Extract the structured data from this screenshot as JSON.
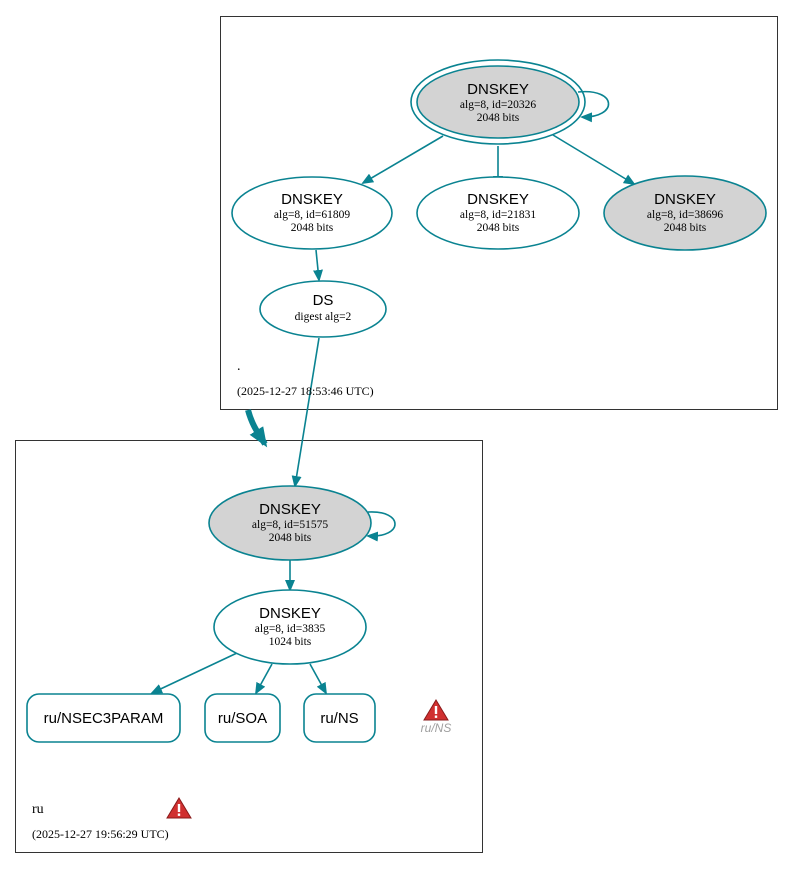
{
  "colors": {
    "edge": "#0a8391",
    "zone_border": "#333333",
    "ksk_fill": "#d3d3d3",
    "node_fill": "#ffffff",
    "warning": "#d03030",
    "warning_text": "#a0a0a0"
  },
  "zones": {
    "root": {
      "name": ".",
      "timestamp": "(2025-12-27 18:53:46 UTC)"
    },
    "ru": {
      "name": "ru",
      "timestamp": "(2025-12-27 19:56:29 UTC)"
    }
  },
  "nodes": {
    "root_ksk": {
      "title": "DNSKEY",
      "line1": "alg=8, id=20326",
      "line2": "2048 bits"
    },
    "root_zsk1": {
      "title": "DNSKEY",
      "line1": "alg=8, id=61809",
      "line2": "2048 bits"
    },
    "root_zsk2": {
      "title": "DNSKEY",
      "line1": "alg=8, id=21831",
      "line2": "2048 bits"
    },
    "root_ksk2": {
      "title": "DNSKEY",
      "line1": "alg=8, id=38696",
      "line2": "2048 bits"
    },
    "ru_ds": {
      "title": "DS",
      "line1": "digest alg=2"
    },
    "ru_ksk": {
      "title": "DNSKEY",
      "line1": "alg=8, id=51575",
      "line2": "2048 bits"
    },
    "ru_zsk": {
      "title": "DNSKEY",
      "line1": "alg=8, id=3835",
      "line2": "1024 bits"
    },
    "rr_nsec3param": {
      "label": "ru/NSEC3PARAM"
    },
    "rr_soa": {
      "label": "ru/SOA"
    },
    "rr_ns": {
      "label": "ru/NS"
    },
    "warn_ns": {
      "label": "ru/NS",
      "icon": "warning-icon"
    },
    "warn_zone": {
      "icon": "warning-icon"
    }
  }
}
